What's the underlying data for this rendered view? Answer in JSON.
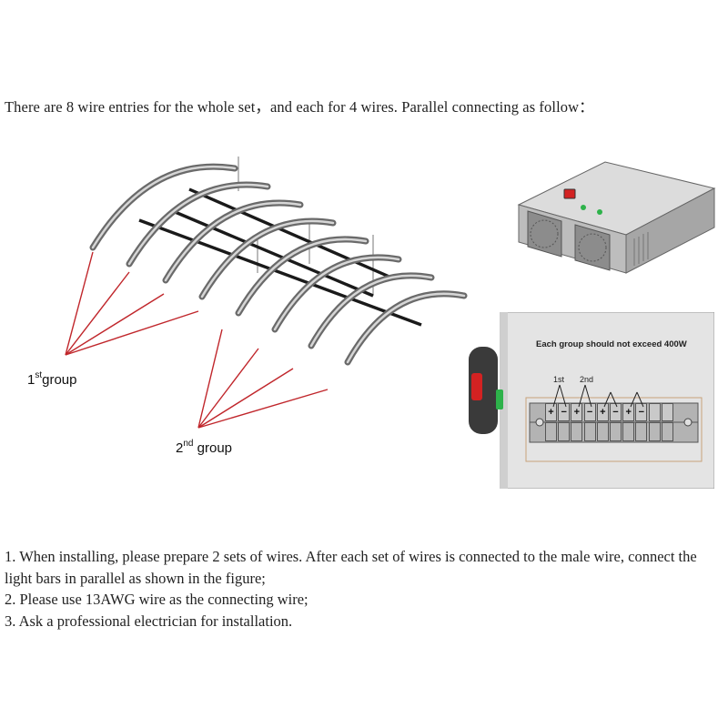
{
  "intro": "There are 8 wire entries for the whole set，and each for 4 wires. Parallel connecting as follow：",
  "groups": [
    {
      "num": "1",
      "sup": "st",
      "word": "group"
    },
    {
      "num": "2",
      "sup": "nd",
      "word": " group"
    }
  ],
  "panel": {
    "title": "Each group should not exceed 400W",
    "first": "1st",
    "second": "2nd",
    "plus": "+",
    "minus": "−"
  },
  "notes": [
    "1. When installing, please prepare 2 sets of wires. After each set of wires is connected to the male wire, connect the light bars in parallel as shown in the figure;",
    "2. Please use 13AWG wire as the connecting wire;",
    "3. Ask a professional electrician for installation."
  ],
  "colors": {
    "wire": "#c0262b",
    "bar": "#888888",
    "frame": "#1a1a1a",
    "power_led": "#2db24a",
    "switch_red": "#d32222"
  }
}
